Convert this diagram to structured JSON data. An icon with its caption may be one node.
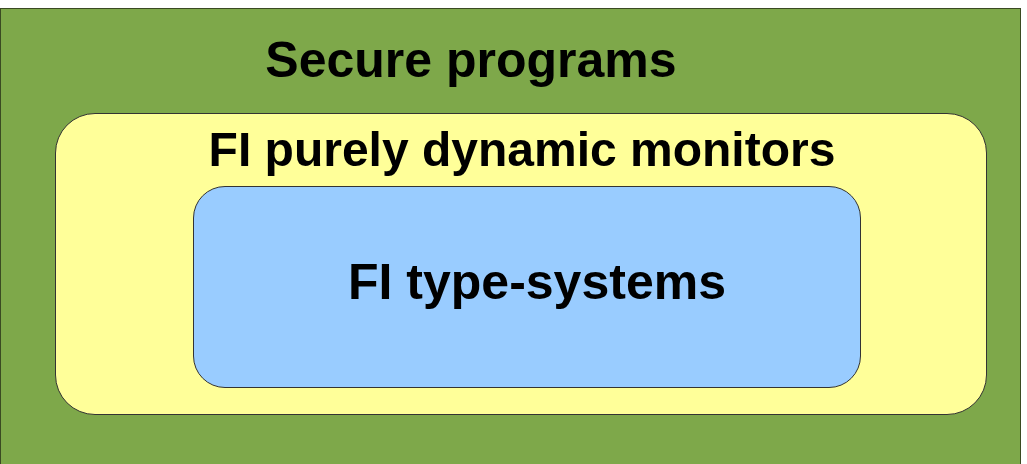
{
  "diagram": {
    "nodes": [
      {
        "text": [
          "Secure programs"
        ]
      },
      {
        "text": [
          "FI purely dynamic monitors"
        ],
        "in": 0
      },
      {
        "text": [
          "FI type-systems"
        ],
        "in": 1
      }
    ]
  }
}
